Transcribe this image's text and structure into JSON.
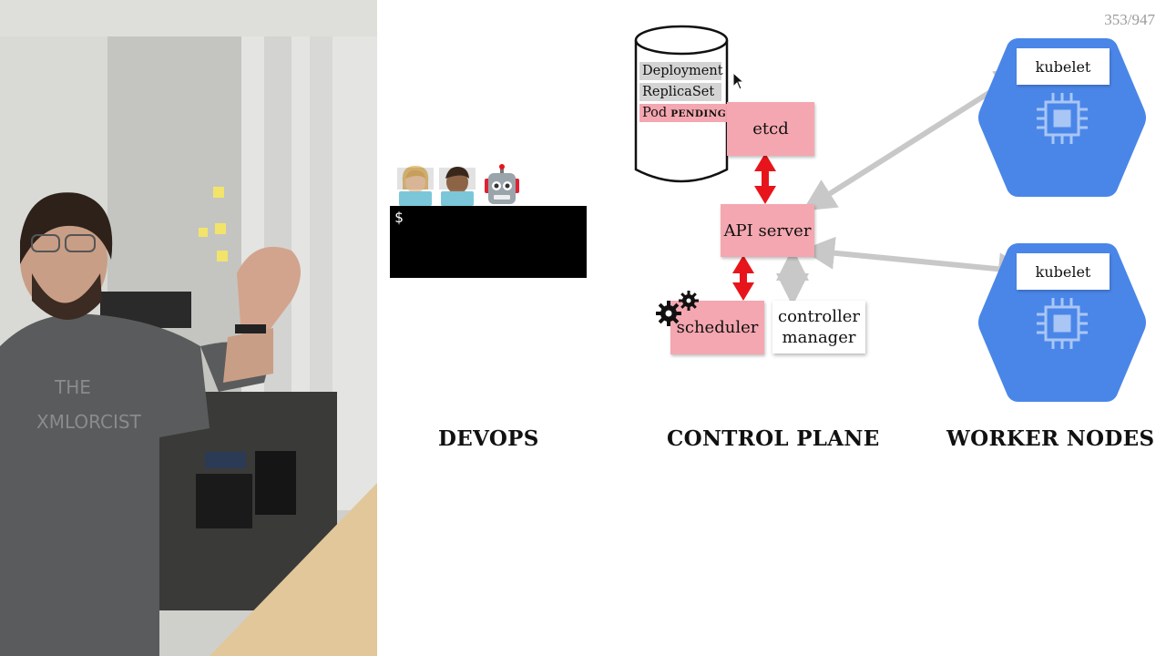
{
  "slide": {
    "counter": "353/947",
    "sections": {
      "devops": "DEVOPS",
      "control_plane": "CONTROL PLANE",
      "worker_nodes": "WORKER NODES"
    },
    "terminal": {
      "prompt": "$"
    },
    "database": {
      "rows": [
        {
          "label": "Deployment",
          "status": ""
        },
        {
          "label": "ReplicaSet",
          "status": ""
        },
        {
          "label": "Pod",
          "status": "PENDING"
        }
      ]
    },
    "control_plane": {
      "etcd": "etcd",
      "api_server": "API server",
      "scheduler": "scheduler",
      "controller_line1": "controller",
      "controller_line2": "manager"
    },
    "nodes": [
      {
        "label": "kubelet"
      },
      {
        "label": "kubelet"
      }
    ],
    "colors": {
      "pink": "#f4a7b0",
      "red_arrow": "#e8141c",
      "gray_arrow": "#c8c8c8",
      "node_blue": "#4a86e8",
      "terminal": "#000000"
    },
    "icons": [
      "person-laptop-icon",
      "person-laptop-icon",
      "robot-icon",
      "gears-icon",
      "chip-icon",
      "mouse-cursor-icon"
    ]
  }
}
